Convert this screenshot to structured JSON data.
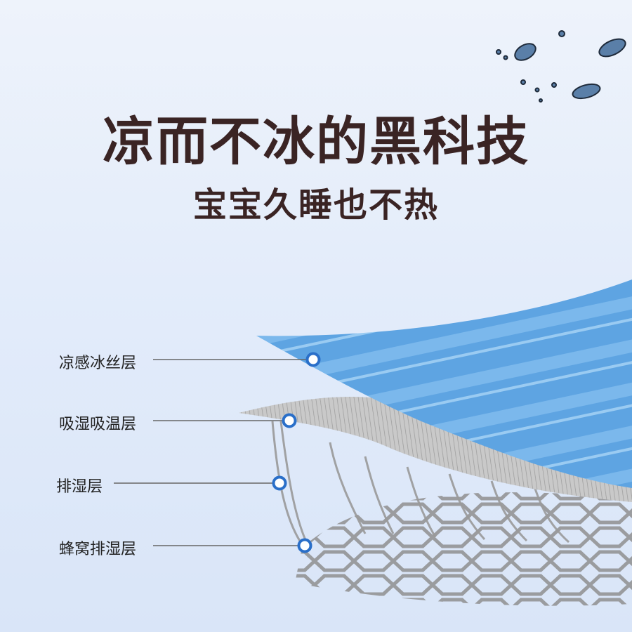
{
  "headline": {
    "title": "凉而不冰的黑科技",
    "subtitle": "宝宝久睡也不热"
  },
  "layers": [
    {
      "label": "凉感冰丝层"
    },
    {
      "label": "吸湿吸温层"
    },
    {
      "label": "排湿层"
    },
    {
      "label": "蜂窝排湿层"
    }
  ],
  "colors": {
    "text": "#3a2424",
    "fabric_blue": "#5aa0df",
    "marker": "#2a6fc9"
  },
  "icons": [
    "water-drops-icon"
  ]
}
